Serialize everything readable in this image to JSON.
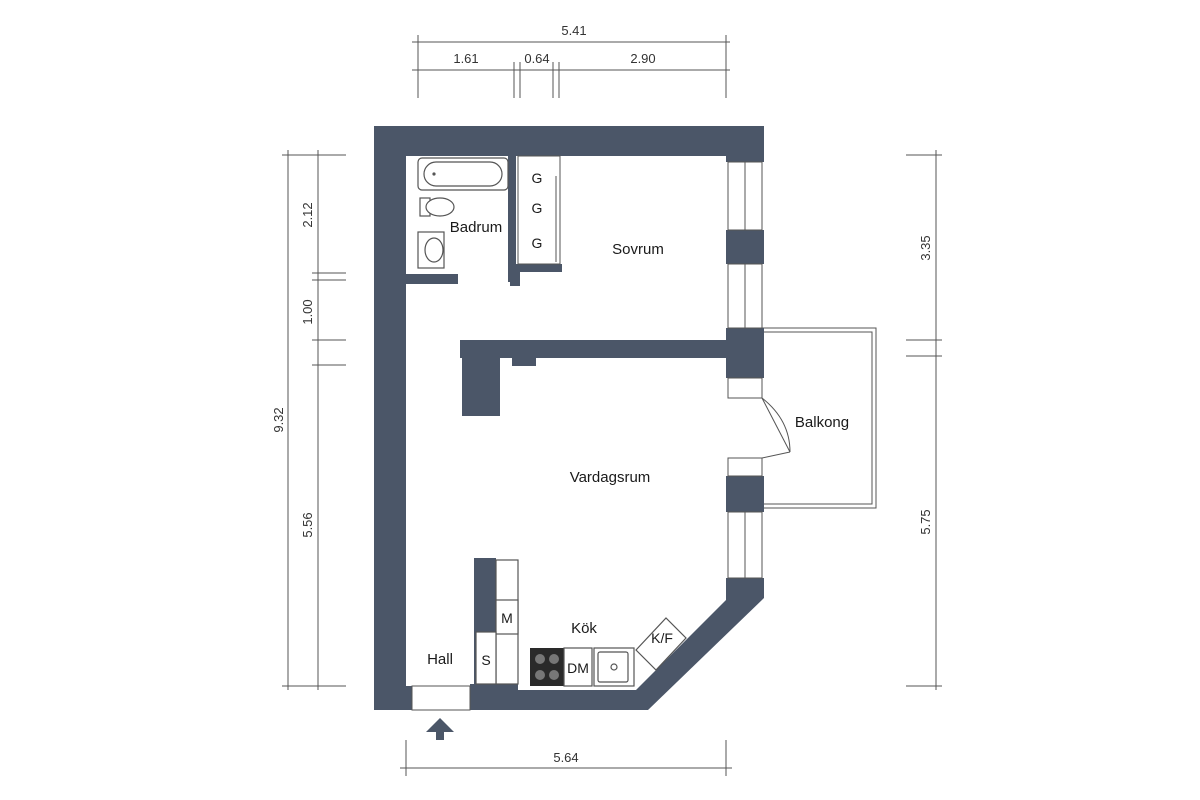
{
  "dimensions": {
    "top_total": "5.41",
    "top_seg1": "1.61",
    "top_seg2": "0.64",
    "top_seg3": "2.90",
    "bottom": "5.64",
    "left_total": "9.32",
    "left_seg1": "2.12",
    "left_seg2": "1.00",
    "left_seg3": "5.56",
    "right_seg1": "3.35",
    "right_seg2": "5.75"
  },
  "rooms": {
    "badrum": "Badrum",
    "sovrum": "Sovrum",
    "balkong": "Balkong",
    "vardagsrum": "Vardagsrum",
    "kok": "Kök",
    "hall": "Hall"
  },
  "fixtures": {
    "wardrobe1": "G",
    "wardrobe2": "G",
    "wardrobe3": "G",
    "microwave": "M",
    "closet": "S",
    "dishwasher": "DM",
    "fridge": "K/F"
  },
  "colors": {
    "wall": "#4b5668",
    "background": "#ffffff"
  }
}
